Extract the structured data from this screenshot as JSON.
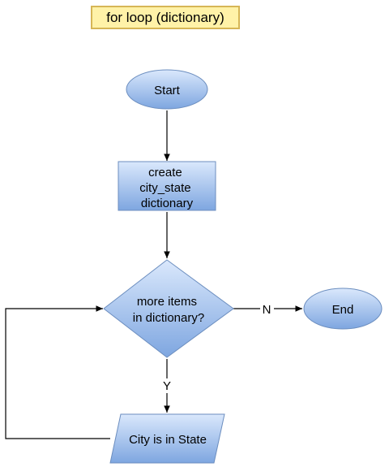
{
  "title": "for loop (dictionary)",
  "nodes": {
    "start": {
      "lines": [
        "Start"
      ]
    },
    "create": {
      "lines": [
        "create",
        "city_state",
        "dictionary"
      ]
    },
    "decision": {
      "lines": [
        "more items",
        "in dictionary?"
      ]
    },
    "end": {
      "lines": [
        "End"
      ]
    },
    "output": {
      "lines": [
        "City is in State"
      ]
    }
  },
  "edges": {
    "no_label": "N",
    "yes_label": "Y"
  },
  "colors": {
    "title_fill": "#fff2a8",
    "title_border": "#d6b656",
    "node_fill_top": "#dae8fc",
    "node_fill_bottom": "#7ea6e0",
    "node_border": "#6c8ebf"
  }
}
